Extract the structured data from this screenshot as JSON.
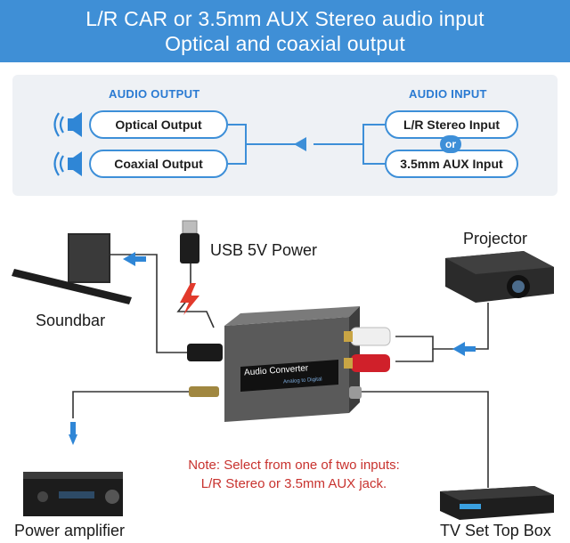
{
  "header": {
    "line1": "L/R CAR or 3.5mm AUX Stereo audio input",
    "line2": "Optical and coaxial output"
  },
  "panel": {
    "output_title": "AUDIO OUTPUT",
    "input_title": "AUDIO INPUT",
    "outputs": [
      "Optical Output",
      "Coaxial Output"
    ],
    "inputs": [
      "L/R Stereo Input",
      "3.5mm AUX Input"
    ],
    "or_label": "or"
  },
  "devices": {
    "soundbar": "Soundbar",
    "usb_power": "USB 5V Power",
    "projector": "Projector",
    "power_amplifier": "Power amplifier",
    "tv_box": "TV Set Top Box"
  },
  "converter": {
    "title": "Audio Converter",
    "subtitle": "Analog to Digital"
  },
  "note": {
    "line1": "Note: Select from one of two inputs:",
    "line2": "L/R Stereo or 3.5mm AUX jack."
  },
  "colors": {
    "header_bg": "#3f8fd6",
    "accent": "#3d8fd8",
    "note": "#c8322e"
  }
}
